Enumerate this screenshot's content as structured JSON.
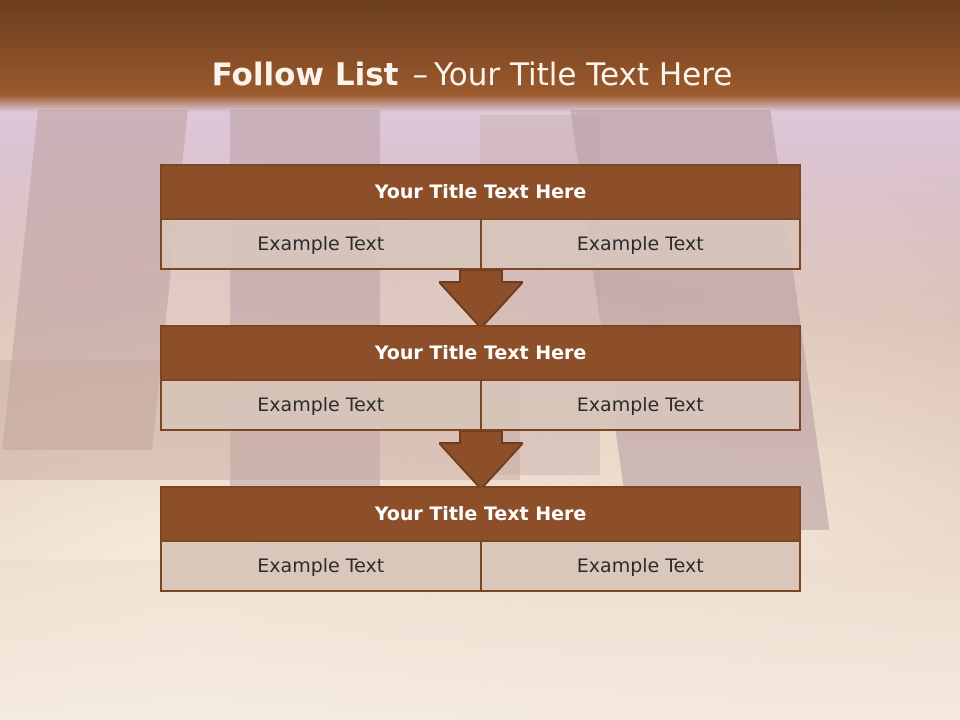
{
  "header": {
    "title_bold": "Follow List",
    "title_dash": "–",
    "title_rest": "Your Title Text Here"
  },
  "blocks": [
    {
      "title": "Your Title Text Here",
      "left": "Example Text",
      "right": "Example Text"
    },
    {
      "title": "Your Title Text Here",
      "left": "Example Text",
      "right": "Example Text"
    },
    {
      "title": "Your Title Text Here",
      "left": "Example Text",
      "right": "Example Text"
    }
  ],
  "colors": {
    "header_brown": "#8a4f27",
    "block_header": "#8d4f29",
    "block_border": "#7d4522",
    "cell_fill": "#d7c4ba"
  }
}
